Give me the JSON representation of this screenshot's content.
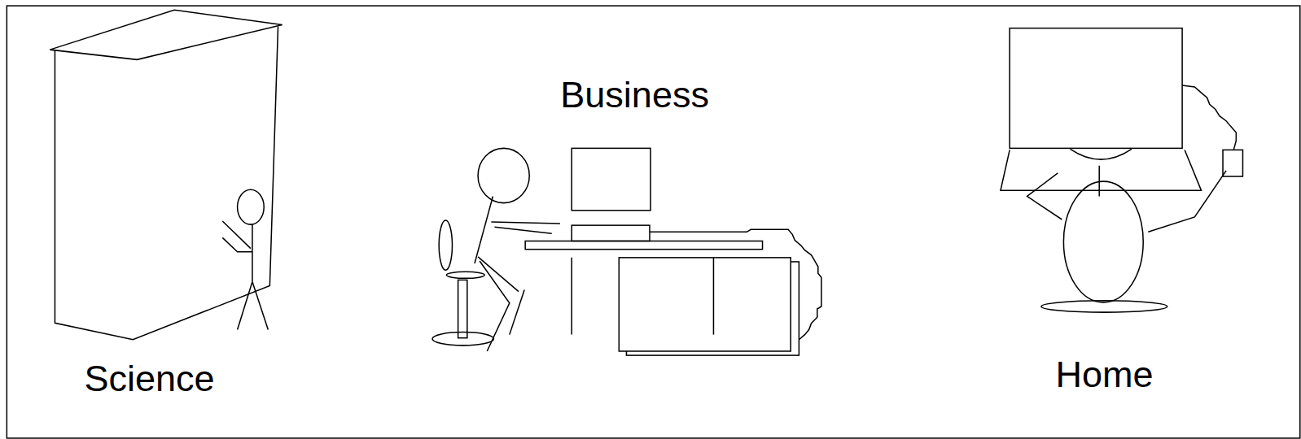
{
  "diagram": {
    "labels": [
      "Science",
      "Business",
      "Home"
    ]
  }
}
